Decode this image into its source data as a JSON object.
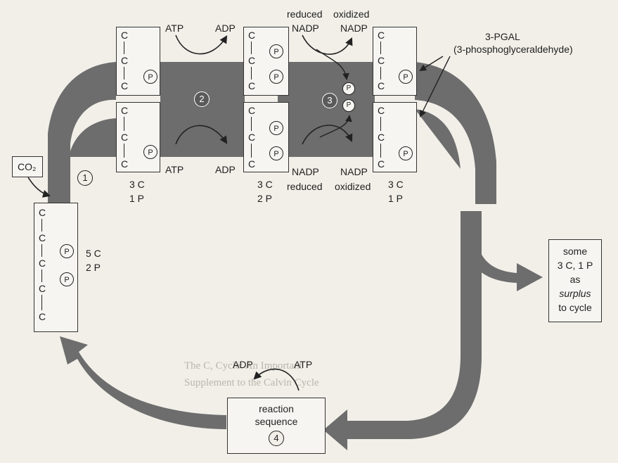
{
  "diagram": {
    "colors": {
      "band": "#6d6d6d",
      "background": "#f1efe8",
      "stroke": "#222222"
    },
    "co2_label": "CO₂",
    "step_numbers": [
      "1",
      "2",
      "3",
      "4"
    ],
    "top_labels": {
      "atp": "ATP",
      "adp": "ADP",
      "reduced": "reduced",
      "nadp_top": "NADP",
      "oxidized": "oxidized",
      "nadp_top2": "NADP"
    },
    "bottom_labels": {
      "atp": "ATP",
      "adp": "ADP",
      "nadp_left": "NADP",
      "nadp_right": "NADP",
      "reduced": "reduced",
      "oxidized": "oxidized"
    },
    "pgal_label": "3-PGAL",
    "pgal_full": "(3-phosphoglyceraldehyde)",
    "carbon": "C",
    "phosphate": "P",
    "counts": {
      "col1_c": "3 C",
      "col1_p": "1 P",
      "col2_c": "3 C",
      "col2_p": "2 P",
      "col3_c": "3 C",
      "col3_p": "1 P",
      "five_c": "5 C",
      "two_p": "2 P"
    },
    "surplus": {
      "line1": "some",
      "line2": "3 C, 1 P",
      "line3": "as",
      "line4": "surplus",
      "line5": "to cycle"
    },
    "reaction": {
      "adp": "ADP",
      "atp": "ATP",
      "line1": "reaction",
      "line2": "sequence"
    }
  }
}
